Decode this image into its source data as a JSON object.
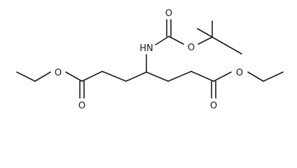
{
  "molecule": {
    "atom_labels": {
      "amine_nh": "HN",
      "carbamate_carbonyl_o": "O",
      "carbamate_ether_o": "O",
      "left_ester_ether_o": "O",
      "left_ester_carbonyl_o": "O",
      "right_ester_ether_o": "O",
      "right_ester_carbonyl_o": "O"
    }
  }
}
